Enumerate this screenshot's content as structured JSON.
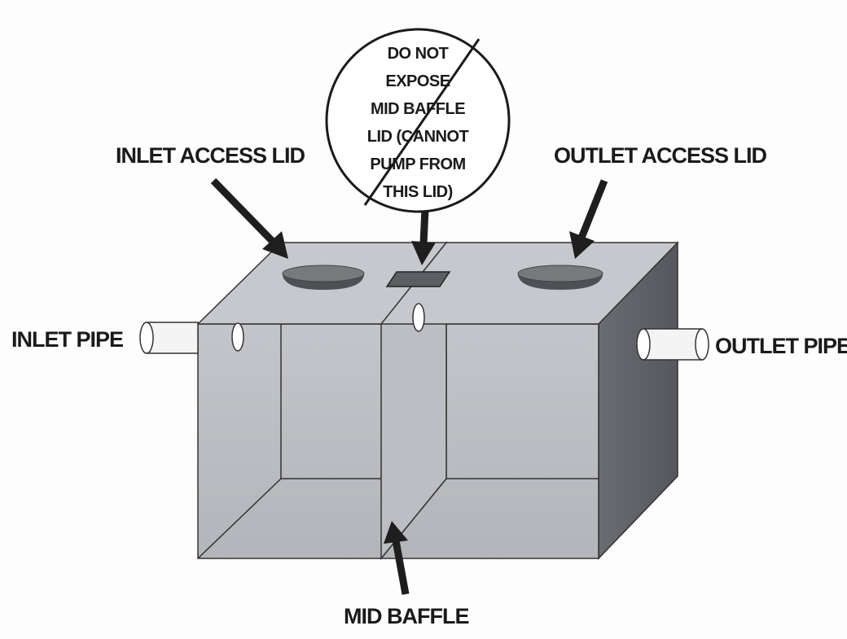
{
  "labels": {
    "inlet_access_lid": "INLET ACCESS LID",
    "outlet_access_lid": "OUTLET ACCESS LID",
    "inlet_pipe": "INLET PIPE",
    "outlet_pipe": "OUTLET PIPE",
    "mid_baffle": "MID BAFFLE"
  },
  "callout_lines": [
    "DO NOT",
    "EXPOSE",
    "MID BAFFLE",
    "LID (CANNOT",
    "PUMP FROM",
    "THIS LID)"
  ],
  "colors": {
    "tank_top": "#c2c4c9",
    "tank_front": "#b9bbc0",
    "tank_side": "#5f6166",
    "lid": "#5b5e62",
    "arrow": "#1e1e1e"
  }
}
